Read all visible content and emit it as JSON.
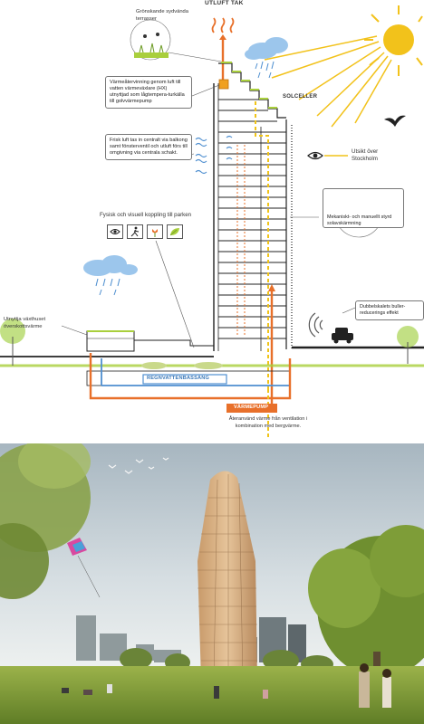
{
  "diagram": {
    "top_label": "UTLUFT TAK",
    "terrace_label": "Grönskande sydvända terrasser",
    "heat_recovery_text": "Värmeåtervinning genom luft till vatten värmeväxlare (HX) utnyttjad som lågtempera-turkälla till golvvärmepump",
    "fresh_air_text": "Frisk luft tas in centralt via balkong samt fönsterventil och utluft förs till omgivning via centrala schakt.",
    "solar_label": "SOLCELLER",
    "view_label": "Utsikt över Stockholm",
    "shading_text": "Mekaniskt- och manuellt styrd solavskärmning",
    "park_label": "Fysisk och visuell koppling till parken",
    "greenhouse_label": "Utnyttja växthuset överskottsvärme",
    "noise_text": "Dubbelskalets buller-reducerings effekt",
    "rainwater_label": "REGNVATTENBASSÄNG",
    "heatpump_label": "VÄRMEPUMP",
    "reuse_text": "Återanvänd värme från ventilation i kombination med bergvärme.",
    "colors": {
      "orange": "#e8702a",
      "blue": "#3a78b8",
      "yellow": "#f0c419",
      "green": "#a9cf3c",
      "dark": "#222222"
    },
    "icons": [
      "eye-icon",
      "walker-icon",
      "tulip-icon",
      "leaf-icon"
    ]
  },
  "rendering": {
    "description_visible": ""
  }
}
